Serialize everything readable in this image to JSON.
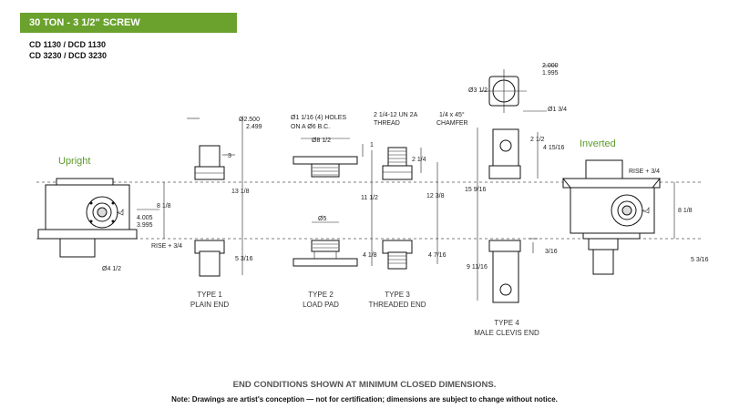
{
  "header": {
    "title": "30 TON - 3 1/2\" SCREW",
    "models": [
      "CD 1130 / DCD 1130",
      "CD 3230 / DCD 3230"
    ],
    "banner_color": "#6aa22d"
  },
  "orientations": {
    "upright": "Upright",
    "inverted": "Inverted"
  },
  "dimensions": {
    "d_2500_2499": "Ø2.500",
    "d_2499": "2.499",
    "d_3": "3",
    "holes_1": "Ø1 1/16 (4) HOLES",
    "holes_2": "ON A Ø6 B.C.",
    "d_8_1_2": "Ø8 1/2",
    "d_1": "1",
    "thread_1": "2 1/4-12 UN 2A",
    "thread_2": "THREAD",
    "d_2_1_4": "2 1/4",
    "d_3_1_2_dia": "Ø3 1/2",
    "d_2000": "2.000",
    "d_1995": "1.995",
    "chamfer_1": "1/4 x 45°",
    "chamfer_2": "CHAMFER",
    "d_1_3_4": "Ø1 3/4",
    "d_2_1_2": "2 1/2",
    "d_4_15_16": "4 15/16",
    "d_8_1_8_left": "8 1/8",
    "d_8_1_8_right": "8 1/8",
    "d_4005": "4.005",
    "d_3995": "3.995",
    "d_13_1_8": "13 1/8",
    "d_11_1_2": "11 1/2",
    "d_12_3_8": "12 3/8",
    "d_15_9_16": "15 9/16",
    "rise_left": "RISE + 3/4",
    "rise_right": "RISE + 3/4",
    "d_5_3_16_left": "5 3/16",
    "d_5_3_16_right": "5 3/16",
    "d_4_1_2_dia": "Ø4 1/2",
    "d_5_dia": "Ø5",
    "d_4_1_8": "4 1/8",
    "d_4_7_16": "4 7/16",
    "d_9_11_16": "9 11/16",
    "d_3_16": "3/16"
  },
  "types": [
    {
      "line1": "TYPE 1",
      "line2": "PLAIN END"
    },
    {
      "line1": "TYPE 2",
      "line2": "LOAD PAD"
    },
    {
      "line1": "TYPE 3",
      "line2": "THREADED END"
    },
    {
      "line1": "TYPE 4",
      "line2": "MALE CLEVIS END"
    }
  ],
  "footer": {
    "line1": "END CONDITIONS SHOWN AT MINIMUM CLOSED DIMENSIONS.",
    "line2": "Note: Drawings are artist's conception — not for certification; dimensions are subject to change without notice."
  }
}
